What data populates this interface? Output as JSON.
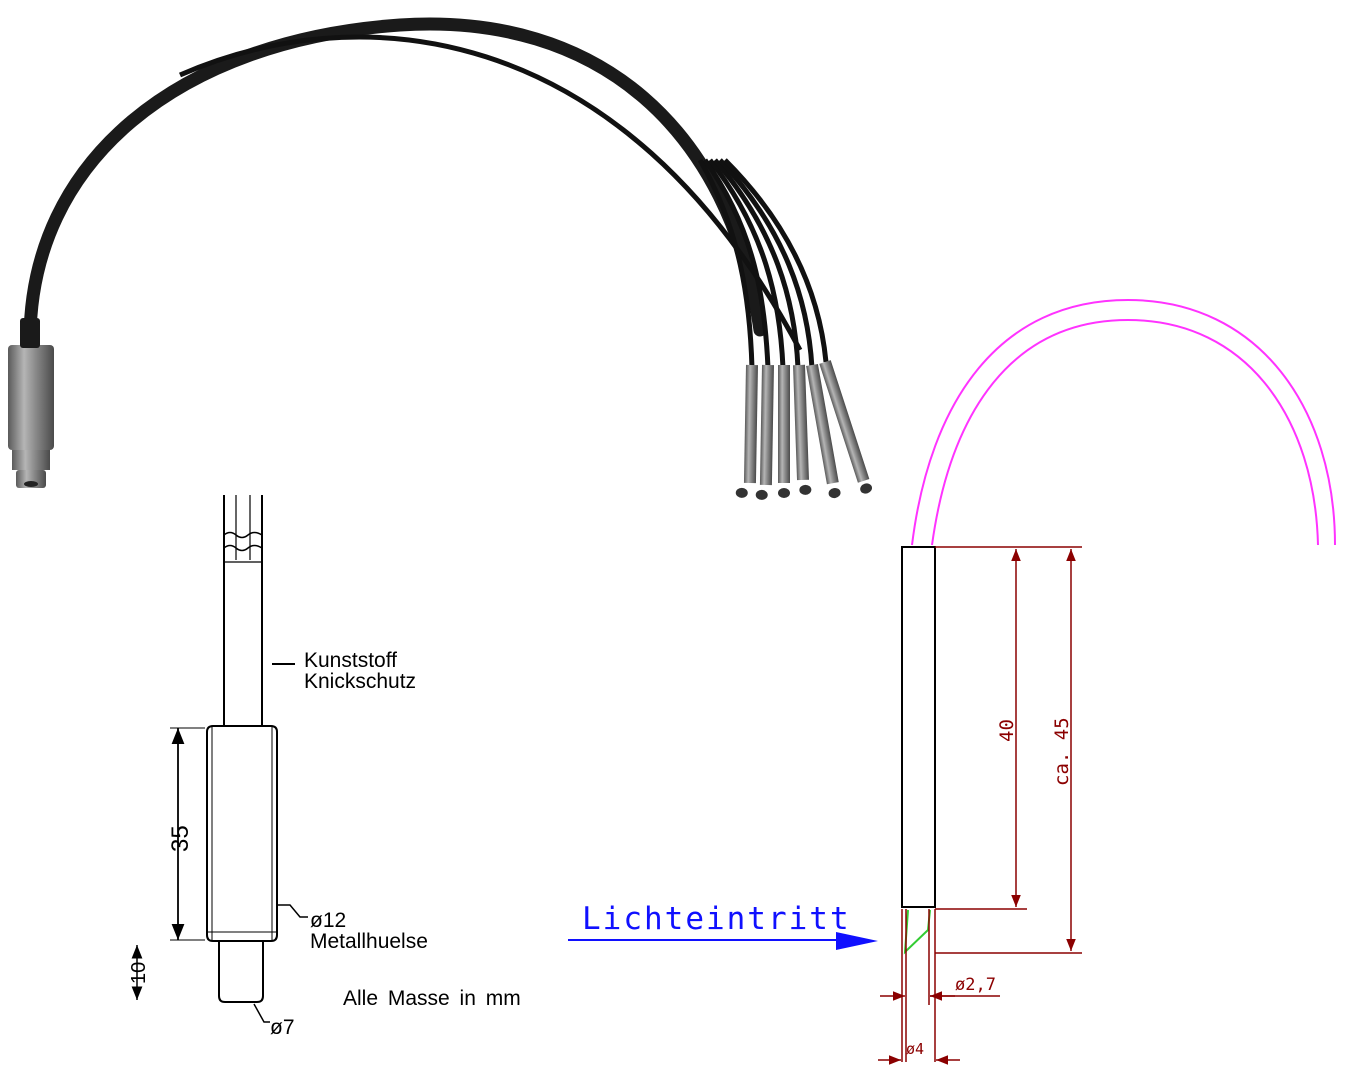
{
  "photo": {
    "subject": "fiber-optic-light-guide-with-six-probe-tips",
    "cable_color": "#1a1a1a",
    "metal_color": "#8c8c8c"
  },
  "drawing_left": {
    "label_kunststoff": "Kunststoff",
    "label_knickschutz": "Knickschutz",
    "dim_35": "35",
    "dim_12_symbol": "ø12",
    "label_metallhuelse": "Metallhuelse",
    "dim_10": "10",
    "dim_7_symbol": "ø7",
    "note_units": "Alle Masse in mm",
    "line_color": "#000000"
  },
  "drawing_right": {
    "light_label": "Lichteintritt",
    "light_color": "#1010ff",
    "fiber_color": "#ff33ff",
    "dim_color": "#8b0000",
    "tip_color": "#33cc33",
    "dim_40": "40",
    "dim_45": "ca. 45",
    "dim_27": "ø2,7",
    "dim_4": "ø4"
  }
}
